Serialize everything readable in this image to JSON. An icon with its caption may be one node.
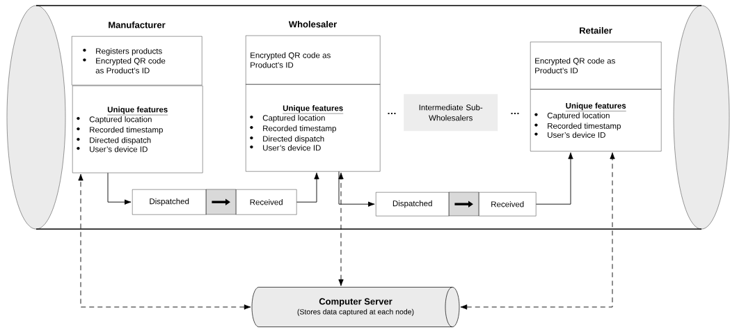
{
  "diagram": {
    "nodes": [
      {
        "text": [],
        "shape": "cylinder"
      },
      {
        "text": [
          "Manufacturer",
          "Registers products",
          "Encrypted QR code as Product’s ID"
        ],
        "in": 0
      },
      {
        "text": [
          "Unique features",
          "Captured location",
          "Recorded timestamp",
          "Directed dispatch",
          "User’s device ID"
        ],
        "in": 0
      },
      {
        "text": [
          "Wholesaler",
          "Encrypted QR code as Product’s ID"
        ],
        "in": 0
      },
      {
        "text": [
          "Unique features",
          "Captured location",
          "Recorded timestamp",
          "Directed dispatch",
          "User’s device ID"
        ],
        "in": 0
      },
      {
        "text": [
          "Intermediate Sub-Wholesalers"
        ],
        "in": 0
      },
      {
        "text": [
          "Retailer",
          "Encrypted QR code as Product’s ID"
        ],
        "in": 0
      },
      {
        "text": [
          "Unique features",
          "Captured location",
          "Recorded timestamp",
          "User’s device ID"
        ],
        "in": 0
      },
      {
        "text": [
          "Dispatched"
        ],
        "in": 0
      },
      {
        "text": [
          "Received"
        ],
        "in": 0
      },
      {
        "text": [
          "Dispatched"
        ],
        "in": 0
      },
      {
        "text": [
          "Received"
        ],
        "in": 0
      },
      {
        "text": [
          "Computer Server",
          "(Stores data captured at each node)"
        ]
      }
    ],
    "edges": [
      {
        "from": 2,
        "to": 8,
        "arrow": "to"
      },
      {
        "from": 9,
        "to": 4,
        "arrow": "to"
      },
      {
        "from": 4,
        "to": 10,
        "arrow": "to"
      },
      {
        "from": 11,
        "to": 7,
        "arrow": "to"
      },
      {
        "from": 8,
        "to": 9,
        "arrow": "to",
        "style": "thick"
      },
      {
        "from": 10,
        "to": 11,
        "arrow": "to",
        "style": "thick"
      },
      {
        "from": 12,
        "to": 2,
        "arrow": "both",
        "style": "dashed"
      },
      {
        "from": 12,
        "to": 4,
        "arrow": "both",
        "style": "dashed"
      },
      {
        "from": 12,
        "to": 7,
        "arrow": "both",
        "style": "dashed"
      }
    ],
    "labels": [
      "…",
      "…"
    ]
  }
}
